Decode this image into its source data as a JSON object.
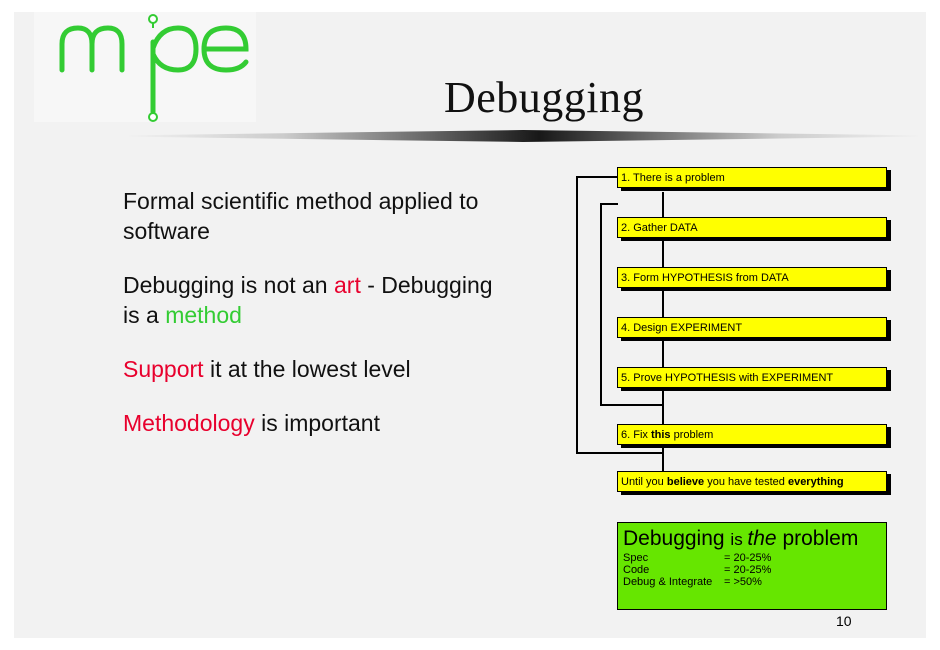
{
  "logo": {
    "text": "mpe"
  },
  "title": "Debugging",
  "bullets": [
    {
      "parts": [
        {
          "text": "Formal scientific method applied to software",
          "color": ""
        }
      ]
    },
    {
      "parts": [
        {
          "text": "Debugging is not an ",
          "color": ""
        },
        {
          "text": "art",
          "color": "#e8002d"
        },
        {
          "text": " - Debugging is a ",
          "color": ""
        },
        {
          "text": "method",
          "color": "#33cc33"
        }
      ]
    },
    {
      "parts": [
        {
          "text": "Support",
          "color": "#e8002d"
        },
        {
          "text": " it at the lowest level",
          "color": ""
        }
      ]
    },
    {
      "parts": [
        {
          "text": "Methodology",
          "color": "#e8002d"
        },
        {
          "text": " is important",
          "color": ""
        }
      ]
    }
  ],
  "steps": [
    {
      "pre": "1. There is a problem",
      "bold": "",
      "post": ""
    },
    {
      "pre": "2. Gather DATA",
      "bold": "",
      "post": ""
    },
    {
      "pre": "3. Form HYPOTHESIS from DATA",
      "bold": "",
      "post": ""
    },
    {
      "pre": "4. Design EXPERIMENT",
      "bold": "",
      "post": ""
    },
    {
      "pre": "5. Prove HYPOTHESIS with EXPERIMENT",
      "bold": "",
      "post": ""
    },
    {
      "pre": "6. Fix ",
      "bold": "this",
      "post": " problem"
    }
  ],
  "until": {
    "t1": "Until you ",
    "b1": "believe",
    "t2": " you have tested ",
    "b2": "everything"
  },
  "summary": {
    "title_pre": "Debugging ",
    "title_is": "is ",
    "title_the": "the",
    "title_post": " problem",
    "rows": [
      {
        "label": "Spec",
        "value": "= 20-25%"
      },
      {
        "label": "Code",
        "value": "= 20-25%"
      },
      {
        "label": "Debug & Integrate",
        "value": "= >50%"
      }
    ]
  },
  "page_number": "10",
  "colors": {
    "accent_red": "#e8002d",
    "accent_green": "#33cc33",
    "step_fill": "#ffff00",
    "summary_fill": "#66e600",
    "logo_green": "#33cc33"
  }
}
